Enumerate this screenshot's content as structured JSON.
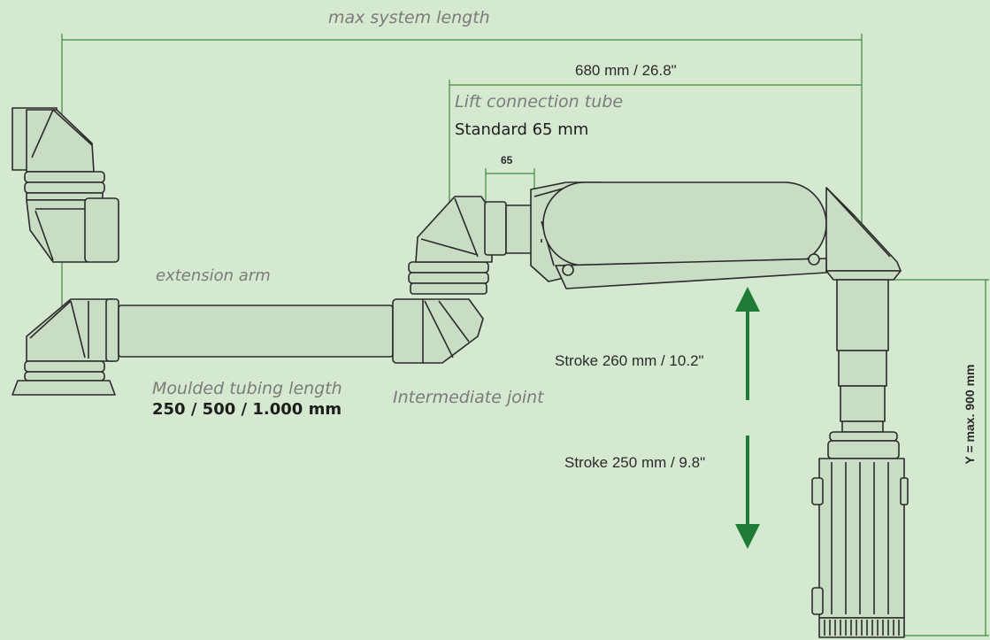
{
  "labels": {
    "max_system_length": "max system length",
    "dim_680": "680 mm / 26.8\"",
    "lift_connection_tube": "Lift connection tube",
    "standard_65": "Standard 65 mm",
    "dim_65": "65",
    "extension_arm": "extension arm",
    "moulded_tubing_length": "Moulded tubing length",
    "tubing_options": "250 / 500 / 1.000 mm",
    "intermediate_joint": "Intermediate joint",
    "stroke_up": "Stroke 260 mm / 10.2\"",
    "stroke_down": "Stroke 250 mm / 9.8\"",
    "y_max": "Y = max. 900 mm"
  },
  "colors": {
    "background": "#d5e9d0",
    "dimension_line": "#3f8a3f",
    "arrow": "#1e7a35",
    "part_fill": "#c9dcc4",
    "outline": "#2b2b2b"
  }
}
